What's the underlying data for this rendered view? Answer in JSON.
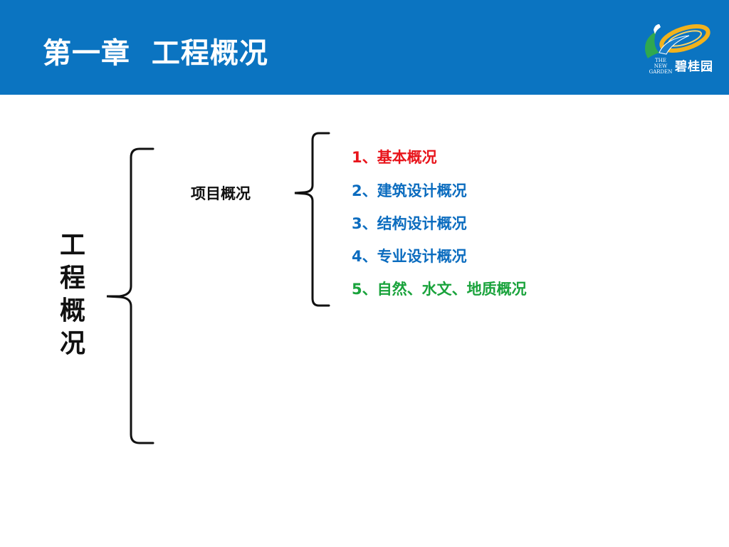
{
  "header": {
    "title": "第一章  工程概况",
    "background_color": "#0b74c1"
  },
  "logo": {
    "small_text_line1": "THE NEW",
    "small_text_line2": "GARDEN",
    "chinese_name": "碧桂园"
  },
  "main": {
    "vertical_title": [
      "工",
      "程",
      "概",
      "况"
    ],
    "subtopic": "项目概况",
    "items": [
      {
        "label": "1、基本概况",
        "color": "#e8141b"
      },
      {
        "label": "2、建筑设计概况",
        "color": "#0b6cbf"
      },
      {
        "label": "3、结构设计概况",
        "color": "#0b6cbf"
      },
      {
        "label": "4、专业设计概况",
        "color": "#0b6cbf"
      },
      {
        "label": "5、自然、水文、地质概况",
        "color": "#1aa33c"
      }
    ]
  }
}
